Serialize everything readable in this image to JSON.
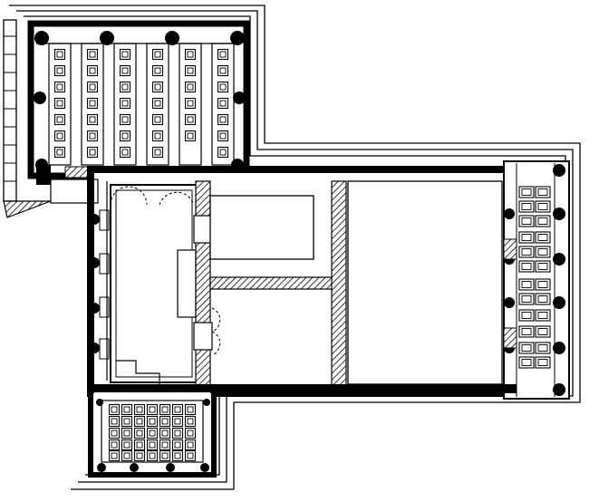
{
  "colors": {
    "ink": "#000000",
    "paper": "#ffffff",
    "hatch": "#000000"
  },
  "features": {
    "north_room": "coffered-ceiling-grid",
    "south_porch": "coffered-ceiling-grid",
    "east_portico": "coffered-ceiling-grid",
    "doors": "dashed-door-swings",
    "walls": "hatched-walls"
  }
}
